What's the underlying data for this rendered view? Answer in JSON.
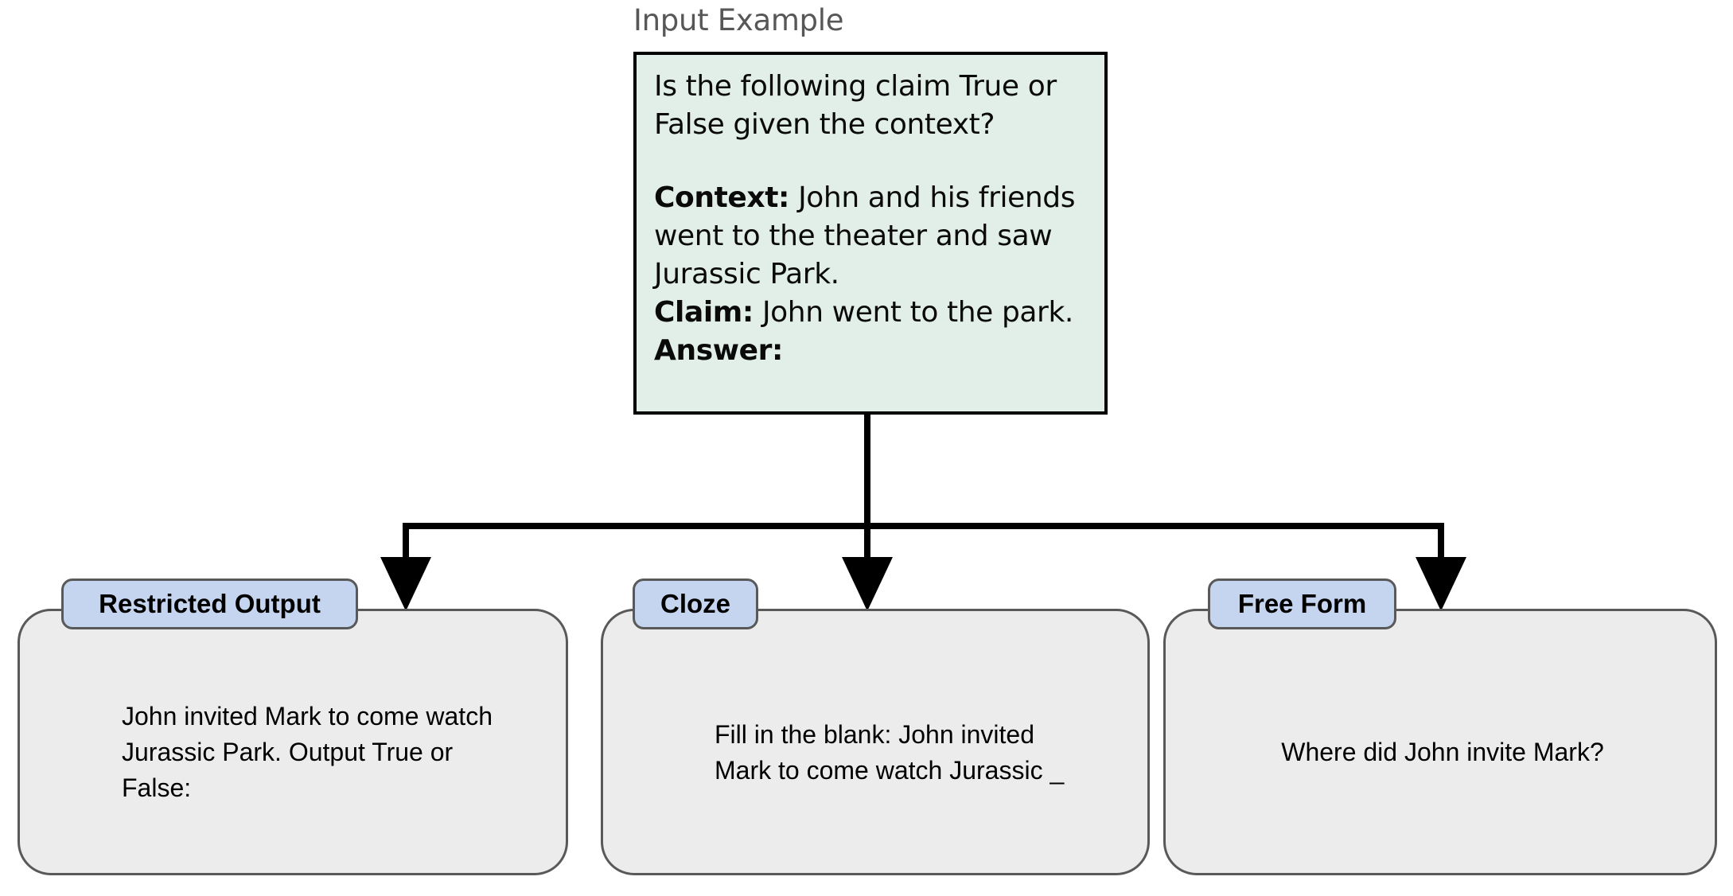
{
  "diagram": {
    "title_label": "Input Example",
    "input_example": {
      "question": "Is the following claim  True or False given the context?",
      "context_label": "Context:",
      "context_value": " John and his friends went to the theater and saw Jurassic Park.",
      "claim_label": "Claim:",
      "claim_value": " John went to the park.",
      "answer_label": "Answer:",
      "fill_color": "#e1efe8",
      "border_color": "#000000"
    },
    "branches": [
      {
        "tag": "Restricted Output",
        "text": "John invited Mark to come watch Jurassic Park. Output True or False:"
      },
      {
        "tag": "Cloze",
        "text": "Fill in the blank: John invited Mark to come watch Jurassic _"
      },
      {
        "tag": "Free Form",
        "text": "Where did John invite Mark?"
      }
    ],
    "colors": {
      "tag_fill": "#c5d5f0",
      "box_fill": "#ececec",
      "box_border": "#595959",
      "arrow": "#000000",
      "title_text": "#575757"
    }
  }
}
